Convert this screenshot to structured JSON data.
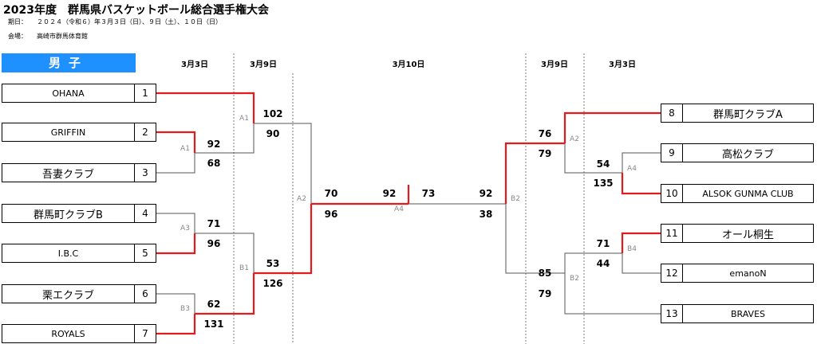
{
  "title": "2023年度　群馬県バスケットボール総合選手権大会",
  "meta": [
    {
      "label": "期日：",
      "value": "２０２４（令和６）年３月３日（日）、９日（土）、１０日（日）"
    },
    {
      "label": "会場：",
      "value": "高崎市群馬体育館"
    }
  ],
  "gender": "男子",
  "dates": [
    "3月3日",
    "3月9日",
    "3月10日",
    "3月9日",
    "3月3日"
  ],
  "teams_left": [
    {
      "num": "1",
      "name": "OHANA"
    },
    {
      "num": "2",
      "name": "GRIFFIN"
    },
    {
      "num": "3",
      "name": "吾妻クラブ"
    },
    {
      "num": "4",
      "name": "群馬町クラブB"
    },
    {
      "num": "5",
      "name": "I.B.C"
    },
    {
      "num": "6",
      "name": "栗エクラブ"
    },
    {
      "num": "7",
      "name": "ROYALS"
    }
  ],
  "teams_right": [
    {
      "num": "8",
      "name": "群馬町クラブA"
    },
    {
      "num": "9",
      "name": "高松クラブ"
    },
    {
      "num": "10",
      "name": "ALSOK GUNMA CLUB"
    },
    {
      "num": "11",
      "name": "オール桐生"
    },
    {
      "num": "12",
      "name": "emanoN"
    },
    {
      "num": "13",
      "name": "BRAVES"
    }
  ],
  "games": {
    "left_A1_first": {
      "label": "A1",
      "top": "92",
      "bottom": "68"
    },
    "left_A3": {
      "label": "A3",
      "top": "71",
      "bottom": "96"
    },
    "left_B3": {
      "label": "B3",
      "top": "62",
      "bottom": "131"
    },
    "left_A1_second": {
      "label": "A1",
      "top": "102",
      "bottom": "90"
    },
    "left_B1": {
      "label": "B1",
      "top": "53",
      "bottom": "126"
    },
    "semi_left_A2": {
      "label": "A2",
      "top": "70",
      "bottom": "96"
    },
    "final_A4": {
      "label": "A4",
      "left": "92",
      "right": "73"
    },
    "semi_right_B2": {
      "label": "B2",
      "top": "92",
      "bottom": "38"
    },
    "right_A2": {
      "label": "A2",
      "top": "76",
      "bottom": "79"
    },
    "right_B2": {
      "label": "B2",
      "top": "85",
      "bottom": "79"
    },
    "right_A4": {
      "label": "A4",
      "top": "54",
      "bottom": "135"
    },
    "right_B4": {
      "label": "B4",
      "top": "71",
      "bottom": "44"
    }
  },
  "colors": {
    "accent": "#1e90ff",
    "winner_line": "#e31b1b",
    "loser_line": "#555555"
  }
}
